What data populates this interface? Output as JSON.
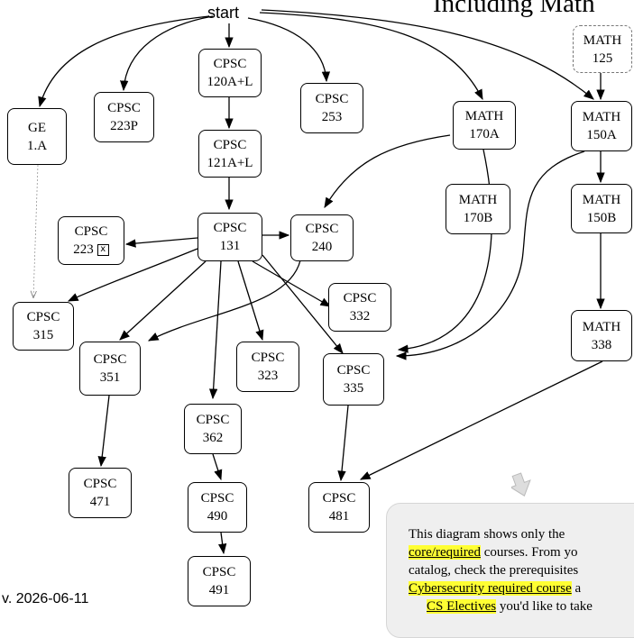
{
  "title": "Including Math",
  "start_label": "start",
  "version": "v. 2026-06-11",
  "nodes": {
    "ge1a": [
      "GE",
      "1.A"
    ],
    "cpsc223p": [
      "CPSC",
      "223P"
    ],
    "cpsc120": [
      "CPSC",
      "120A+L"
    ],
    "cpsc253": [
      "CPSC",
      "253"
    ],
    "math170a": [
      "MATH",
      "170A"
    ],
    "math125": [
      "MATH",
      "125"
    ],
    "math150a": [
      "MATH",
      "150A"
    ],
    "cpsc121": [
      "CPSC",
      "121A+L"
    ],
    "cpsc223": [
      "CPSC",
      "223"
    ],
    "cpsc223_mark": "x",
    "cpsc131": [
      "CPSC",
      "131"
    ],
    "cpsc240": [
      "CPSC",
      "240"
    ],
    "math170b": [
      "MATH",
      "170B"
    ],
    "math150b": [
      "MATH",
      "150B"
    ],
    "cpsc315": [
      "CPSC",
      "315"
    ],
    "cpsc332": [
      "CPSC",
      "332"
    ],
    "cpsc351": [
      "CPSC",
      "351"
    ],
    "cpsc323": [
      "CPSC",
      "323"
    ],
    "cpsc335": [
      "CPSC",
      "335"
    ],
    "math338": [
      "MATH",
      "338"
    ],
    "cpsc362": [
      "CPSC",
      "362"
    ],
    "cpsc471": [
      "CPSC",
      "471"
    ],
    "cpsc490": [
      "CPSC",
      "490"
    ],
    "cpsc481": [
      "CPSC",
      "481"
    ],
    "cpsc491": [
      "CPSC",
      "491"
    ]
  },
  "note": {
    "line1": "This diagram shows only the",
    "line2_hl": "core/required",
    "line2_rest": " courses. From yo",
    "line3": "catalog, check the prerequisites",
    "line4_hl": "Cybersecurity required course",
    "line4_rest": " a",
    "line5_hl": "CS Electives",
    "line5_rest": " you'd like to take"
  },
  "colors": {
    "highlight": "#ffff33",
    "note_bg": "#efefef",
    "dashed_border": "#777777"
  }
}
